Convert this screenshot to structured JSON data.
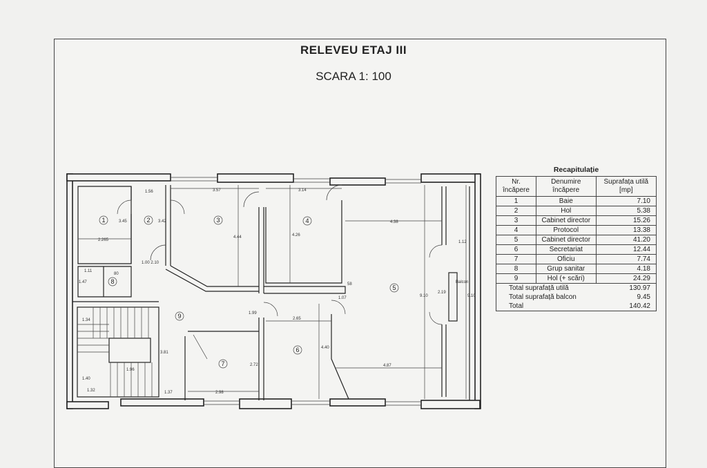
{
  "header": {
    "title": "RELEVEU ETAJ III",
    "scale": "SCARA  1: 100"
  },
  "plan": {
    "rooms": [
      "1",
      "2",
      "3",
      "4",
      "5",
      "6",
      "7",
      "8",
      "9"
    ],
    "balcony_label": "Balcon",
    "dimensions": [
      "1.56",
      "3.57",
      "3.14",
      "4.38",
      "2.265",
      "3.45",
      "3.42",
      "4.44",
      "4.26",
      "1.12",
      "9.10",
      "9.10",
      "2.19",
      "1.00\n2.10",
      "1.11",
      "80",
      "1.47",
      "1.34",
      "3.81",
      "1.40",
      "1.96",
      "1.32",
      "1.37",
      "2.98",
      "2.72",
      "2.65",
      "4.40",
      "4.87",
      "1.07",
      "1.99",
      "58"
    ]
  },
  "recap": {
    "title": "Recapitulație",
    "headers": [
      "Nr. încăpere",
      "Denumire încăpere",
      "Suprafața utilă [mp]"
    ],
    "rows": [
      {
        "nr": "1",
        "name": "Baie",
        "area": "7.10"
      },
      {
        "nr": "2",
        "name": "Hol",
        "area": "5.38"
      },
      {
        "nr": "3",
        "name": "Cabinet director",
        "area": "15.26"
      },
      {
        "nr": "4",
        "name": "Protocol",
        "area": "13.38"
      },
      {
        "nr": "5",
        "name": "Cabinet director",
        "area": "41.20"
      },
      {
        "nr": "6",
        "name": "Secretariat",
        "area": "12.44"
      },
      {
        "nr": "7",
        "name": "Oficiu",
        "area": "7.74"
      },
      {
        "nr": "8",
        "name": "Grup sanitar",
        "area": "4.18"
      },
      {
        "nr": "9",
        "name": "Hol (+ scări)",
        "area": "24.29"
      }
    ],
    "totals": [
      {
        "label": "Total suprafață utilă",
        "value": "130.97"
      },
      {
        "label": "Total suprafață balcon",
        "value": "9.45"
      },
      {
        "label": "Total",
        "value": "140.42"
      }
    ]
  }
}
